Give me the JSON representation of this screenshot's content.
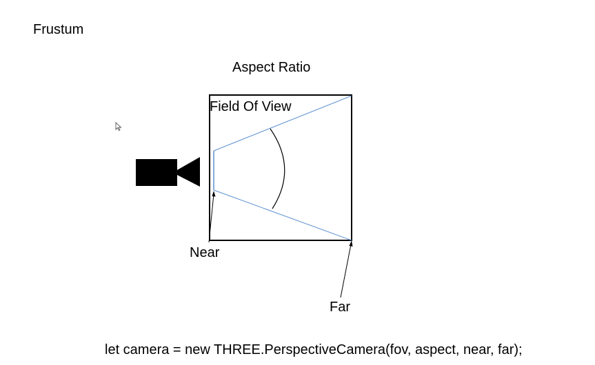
{
  "slide": {
    "title": "Frustum",
    "code": "let camera = new THREE.PerspectiveCamera(fov, aspect, near, far);"
  },
  "diagram": {
    "aspect_label": "Aspect Ratio",
    "fov_label": "Field Of View",
    "near_label": "Near",
    "far_label": "Far",
    "icons": {
      "camera": "video-camera-icon",
      "cursor": "mouse-pointer-icon"
    },
    "colors": {
      "frustum_lines": "#5b8fd0",
      "outline": "#000000"
    }
  }
}
